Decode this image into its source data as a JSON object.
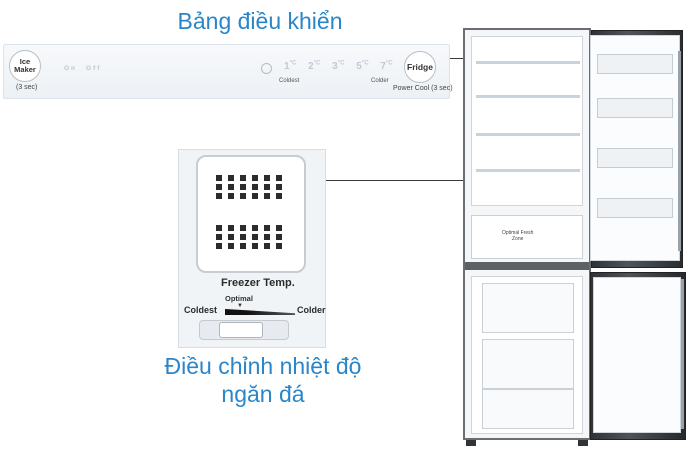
{
  "headings": {
    "control_panel": "Bảng điều khiển",
    "freezer_adjust_line1": "Điều chỉnh nhiệt độ",
    "freezer_adjust_line2": "ngăn đá"
  },
  "panel": {
    "ice_maker_line1": "Ice",
    "ice_maker_line2": "Maker",
    "ice_maker_hint": "(3 sec)",
    "on_label": "On",
    "off_label": "Off",
    "temps": [
      "1",
      "2",
      "3",
      "5",
      "7"
    ],
    "coldest_label": "Coldest",
    "colder_label": "Colder",
    "fridge_label": "Fridge",
    "power_cool_hint": "Power Cool (3 sec)"
  },
  "freezer_control": {
    "title": "Freezer Temp.",
    "optimal_label": "Optimal",
    "coldest_label": "Coldest",
    "colder_label": "Colder",
    "slider_level": 0.45
  },
  "fridge": {
    "crisper_label_line1": "Optimal Fresh",
    "crisper_label_line2": "Zone"
  },
  "colors": {
    "heading": "#2a86c8",
    "door": "#2f3236",
    "leader_dot": "#2a86c8"
  }
}
